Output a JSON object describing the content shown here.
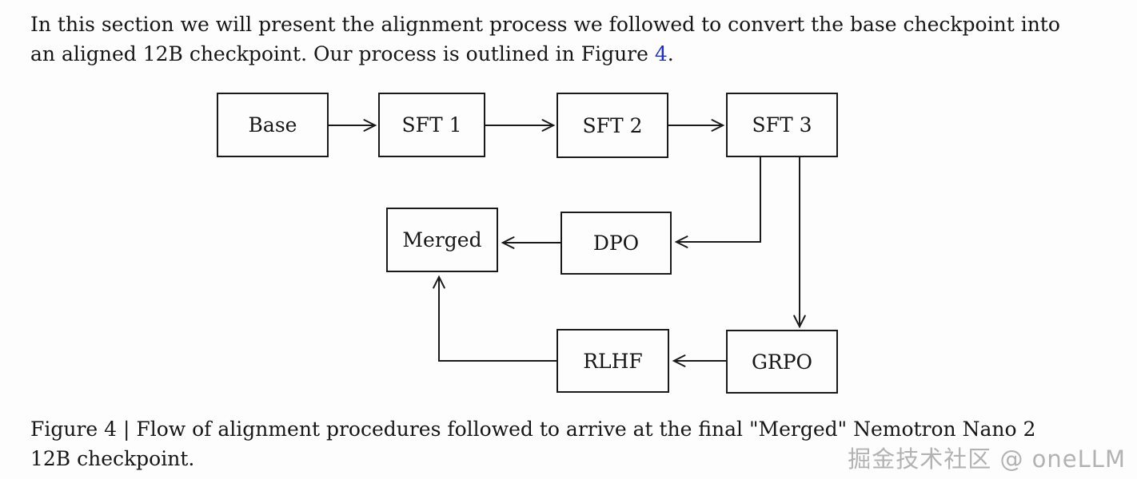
{
  "intro": {
    "line1": "In this section we will present the alignment process we followed to convert the base checkpoint into",
    "line2_prefix": "an aligned 12B checkpoint. Our process is outlined in Figure ",
    "figure_link": "4",
    "line2_suffix": "."
  },
  "diagram": {
    "nodes": [
      {
        "id": "base",
        "label": "Base"
      },
      {
        "id": "sft1",
        "label": "SFT 1"
      },
      {
        "id": "sft2",
        "label": "SFT 2"
      },
      {
        "id": "sft3",
        "label": "SFT 3"
      },
      {
        "id": "merged",
        "label": "Merged"
      },
      {
        "id": "dpo",
        "label": "DPO"
      },
      {
        "id": "rlhf",
        "label": "RLHF"
      },
      {
        "id": "grpo",
        "label": "GRPO"
      }
    ],
    "edges": [
      {
        "from": "Base",
        "to": "SFT 1"
      },
      {
        "from": "SFT 1",
        "to": "SFT 2"
      },
      {
        "from": "SFT 2",
        "to": "SFT 3"
      },
      {
        "from": "SFT 3",
        "to": "DPO"
      },
      {
        "from": "SFT 3",
        "to": "GRPO"
      },
      {
        "from": "DPO",
        "to": "Merged"
      },
      {
        "from": "GRPO",
        "to": "RLHF"
      },
      {
        "from": "RLHF",
        "to": "Merged"
      }
    ]
  },
  "caption": {
    "line1": "Figure 4 | Flow of alignment procedures followed to arrive at the final \"Merged\" Nemotron Nano 2",
    "line2": "12B checkpoint."
  },
  "watermark": {
    "text": "掘金技术社区 @ oneLLM"
  },
  "colors": {
    "text": "#161616",
    "link_blue": "#1b2bd8",
    "diagram_line": "#1a1a1a",
    "watermark_gray": "#b2b2b2"
  }
}
